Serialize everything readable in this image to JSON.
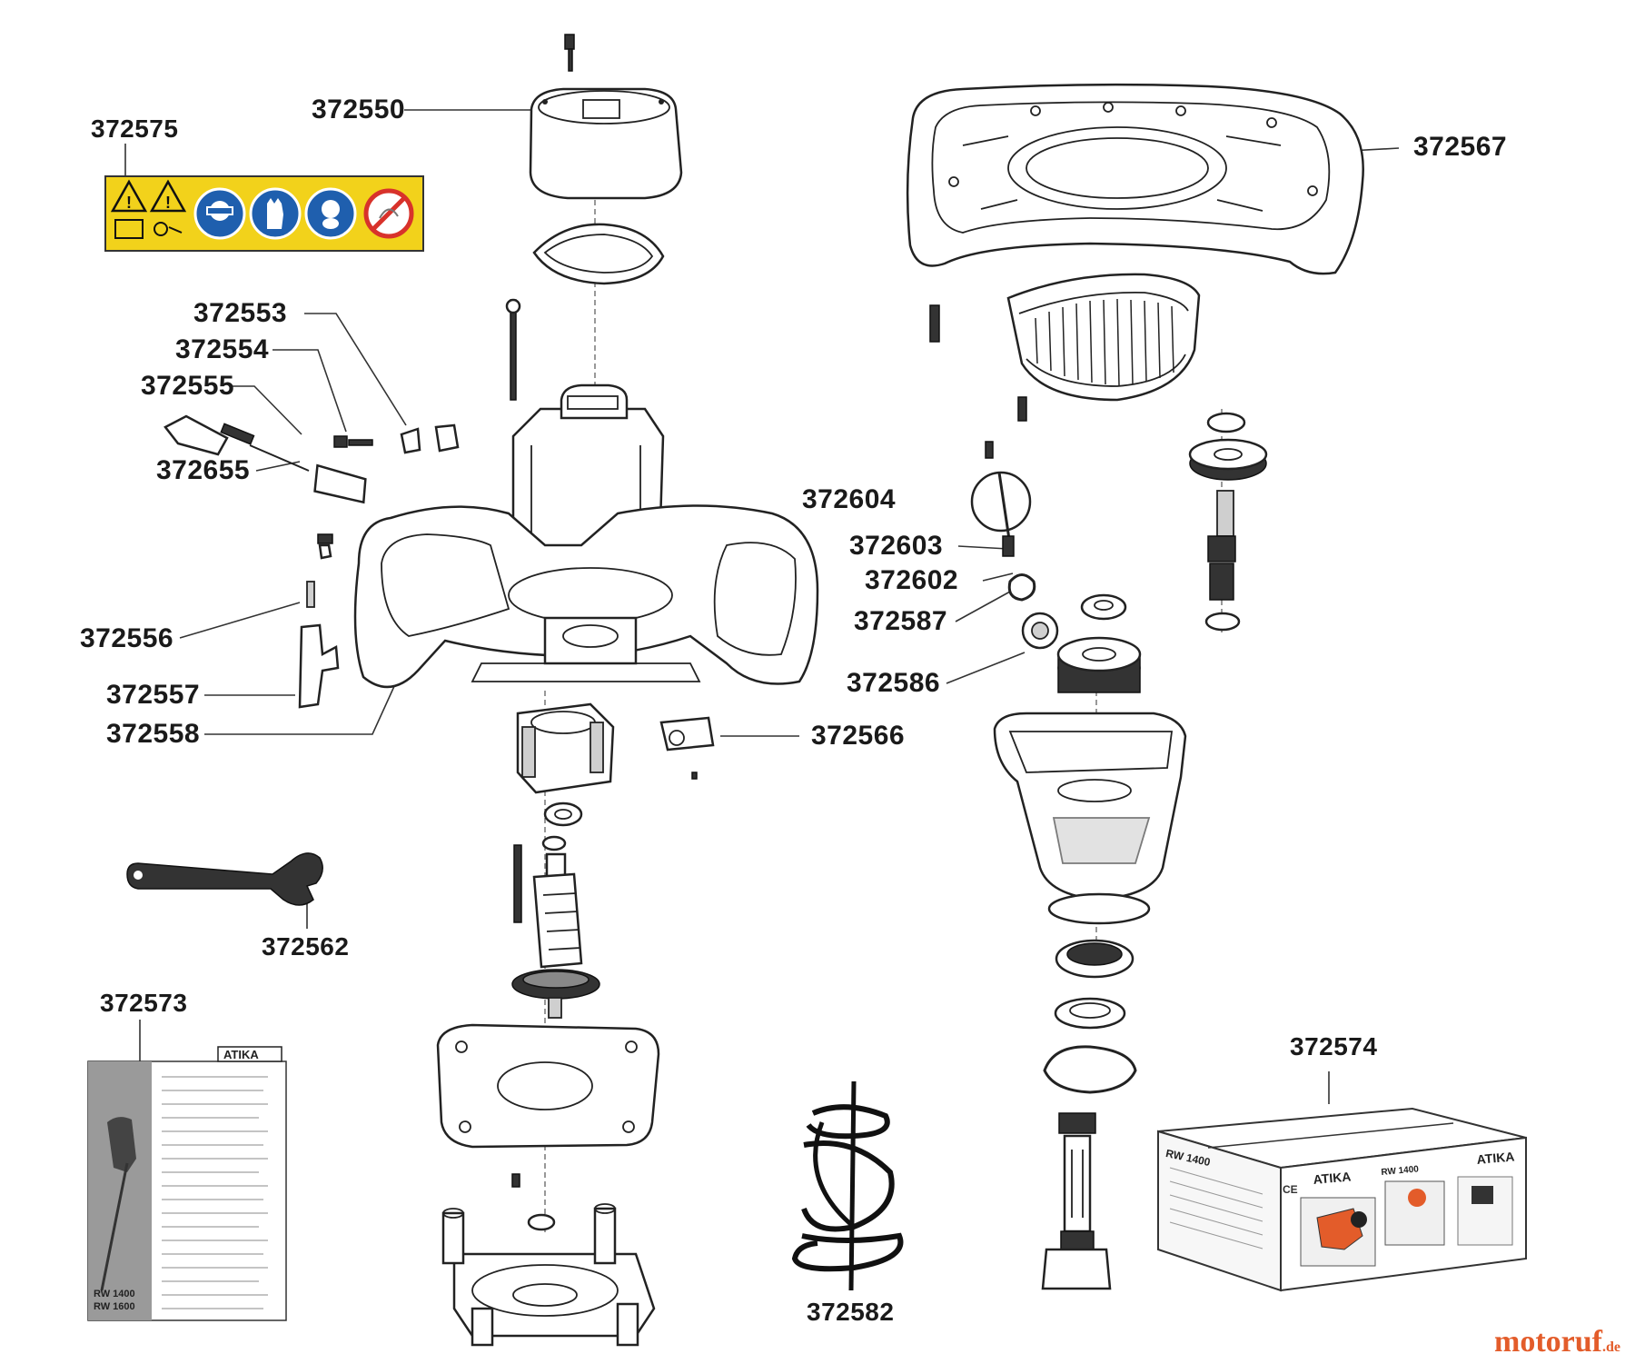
{
  "labels": {
    "p372575": "372575",
    "p372550": "372550",
    "p372567": "372567",
    "p372553": "372553",
    "p372554": "372554",
    "p372555": "372555",
    "p372655": "372655",
    "p372604": "372604",
    "p372603": "372603",
    "p372602": "372602",
    "p372587": "372587",
    "p372556": "372556",
    "p372586": "372586",
    "p372557": "372557",
    "p372558": "372558",
    "p372566": "372566",
    "p372562": "372562",
    "p372573": "372573",
    "p372574": "372574",
    "p372582": "372582"
  },
  "manual": {
    "brand": "ATIKA",
    "model_a": "RW 1400",
    "model_b": "RW 1600"
  },
  "box": {
    "model": "RW 1400",
    "brand_front": "ATIKA",
    "brand_side": "ATIKA",
    "model_side": "RW 1400",
    "ce": "CE"
  },
  "watermark": {
    "name": "motoruf",
    "tld": ".de"
  },
  "colors": {
    "warning_yellow": "#f2d21b",
    "mandatory_blue": "#1f5fae",
    "prohibition_red": "#d8322b",
    "brand_orange": "#e35c2a",
    "ink": "#222222"
  },
  "icons": [
    "warning-triangle-icon",
    "warning-triangle-icon",
    "face-protection-icon",
    "gloves-icon",
    "mask-icon",
    "no-symbol-icon"
  ]
}
